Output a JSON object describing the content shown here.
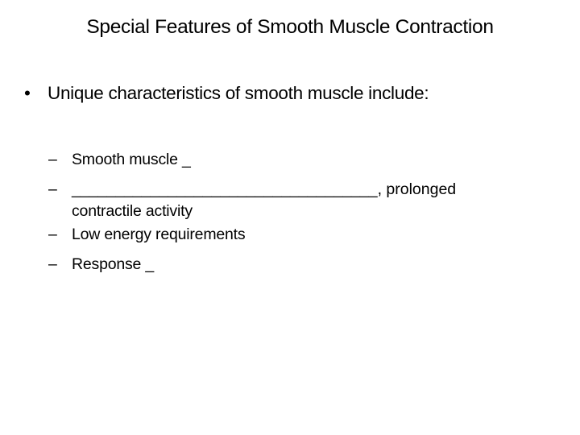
{
  "slide": {
    "title": "Special Features of Smooth Muscle Contraction",
    "bullet": {
      "marker": "•",
      "text": "Unique characteristics of smooth muscle include:"
    },
    "sub_marker": "–",
    "sub_items": [
      {
        "text": "Smooth muscle _"
      },
      {
        "text": "___________________________________, prolonged",
        "continuation": "contractile activity"
      },
      {
        "text": "Low energy requirements"
      },
      {
        "text": "Response _"
      }
    ]
  }
}
